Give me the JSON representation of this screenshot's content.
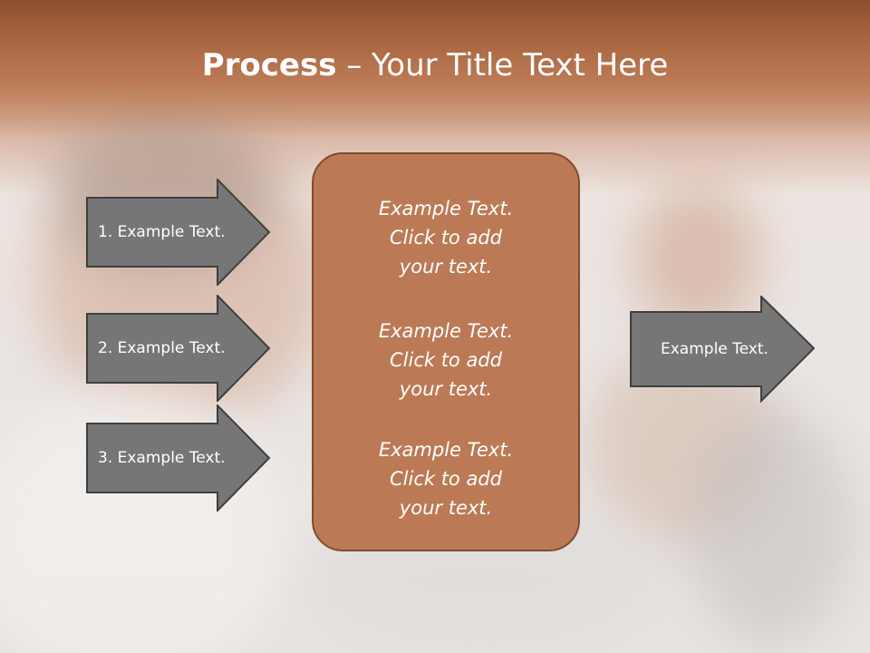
{
  "slide": {
    "title_bold": "Process",
    "title_rest": " – Your Title Text Here"
  },
  "left_arrows": [
    {
      "label": "1. Example Text."
    },
    {
      "label": "2. Example Text."
    },
    {
      "label": "3. Example Text."
    }
  ],
  "center_box": {
    "items": [
      {
        "line1": "Example Text.",
        "line2": "Click  to add",
        "line3": "your text."
      },
      {
        "line1": "Example Text.",
        "line2": "Click  to add",
        "line3": "your text."
      },
      {
        "line1": "Example Text.",
        "line2": "Click  to add",
        "line3": "your text."
      }
    ]
  },
  "right_arrow": {
    "label": "Example Text."
  },
  "colors": {
    "accent": "#bb7a55",
    "accent_dark": "#7e4c30",
    "arrow_fill": "#767676",
    "text": "#ffffff"
  }
}
